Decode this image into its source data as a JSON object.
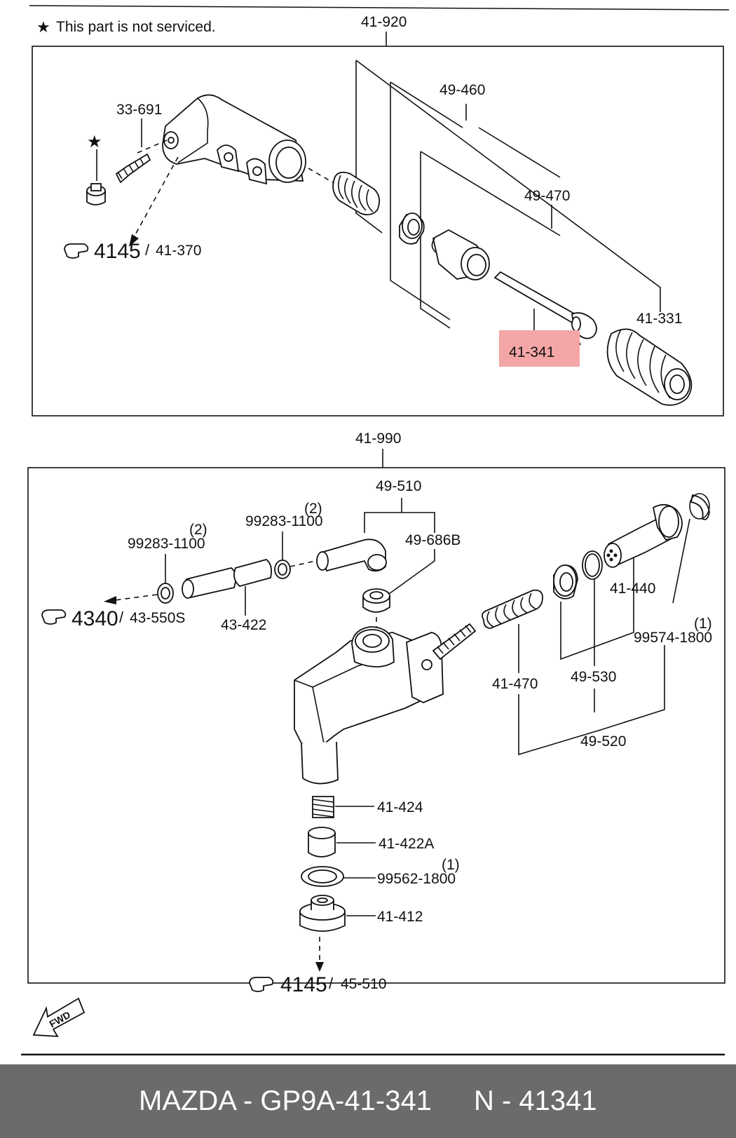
{
  "note": "This part is not serviced.",
  "star_glyph": "★",
  "ref_icon": "pointing-hand-icon",
  "highlight_color": "#f4a6a6",
  "upper_group": {
    "assembly": "41-920",
    "labels": [
      "49-460",
      "33-691",
      "49-470",
      "41-331",
      "41-341"
    ],
    "highlighted": "41-341",
    "ref_main": "4145",
    "ref_sub": "41-370"
  },
  "lower_group": {
    "assembly": "41-990",
    "labels": {
      "l49_510": "49-510",
      "l49_686b": "49-686B",
      "clamp_a": "99283-1100",
      "clamp_a_qty": "(2)",
      "clamp_b": "99283-1100",
      "clamp_b_qty": "(2)",
      "hose": "43-422",
      "l41_440": "41-440",
      "l99574": "99574-1800",
      "l99574_qty": "(1)",
      "l41_470": "41-470",
      "l49_530": "49-530",
      "l49_520": "49-520",
      "l41_424": "41-424",
      "l41_422a": "41-422A",
      "l99562": "99562-1800",
      "l99562_qty": "(1)",
      "l41_412": "41-412"
    },
    "ref_left_main": "4340",
    "ref_left_sub": "43-550S",
    "ref_bottom_main": "4145",
    "ref_bottom_sub": "45-510"
  },
  "fwd": "FWD",
  "footer": {
    "code": "MAZDA - GP9A-41-341",
    "number": "N - 41341"
  }
}
